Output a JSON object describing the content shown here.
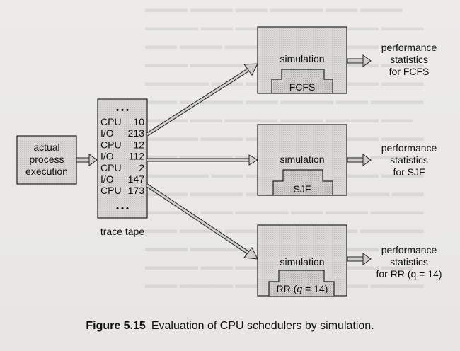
{
  "source": {
    "label_line1": "actual",
    "label_line2": "process",
    "label_line3": "execution"
  },
  "trace_tape": {
    "dots_top": "• • •",
    "dots_bottom": "• • •",
    "rows": [
      {
        "name": "CPU",
        "value": "10"
      },
      {
        "name": "I/O",
        "value": "213"
      },
      {
        "name": "CPU",
        "value": "12"
      },
      {
        "name": "I/O",
        "value": "112"
      },
      {
        "name": "CPU",
        "value": "2"
      },
      {
        "name": "I/O",
        "value": "147"
      },
      {
        "name": "CPU",
        "value": "173"
      }
    ],
    "label": "trace tape"
  },
  "simulations": [
    {
      "title": "simulation",
      "scheduler": "FCFS",
      "output": [
        "performance",
        "statistics",
        "for FCFS"
      ]
    },
    {
      "title": "simulation",
      "scheduler": "SJF",
      "output": [
        "performance",
        "statistics",
        "for SJF"
      ]
    },
    {
      "title": "simulation",
      "scheduler_prefix": "RR (",
      "scheduler_var": "q",
      "scheduler_suffix": " = 14)",
      "output": [
        "performance",
        "statistics",
        "for RR (q = 14)"
      ]
    }
  ],
  "caption": {
    "number": "Figure 5.15",
    "text": "Evaluation of CPU schedulers by simulation."
  },
  "colors": {
    "box_fill": "#d9d9d7",
    "box_dark": "#bdbcb9",
    "stroke": "#222222",
    "background": "#e9e8e6"
  }
}
